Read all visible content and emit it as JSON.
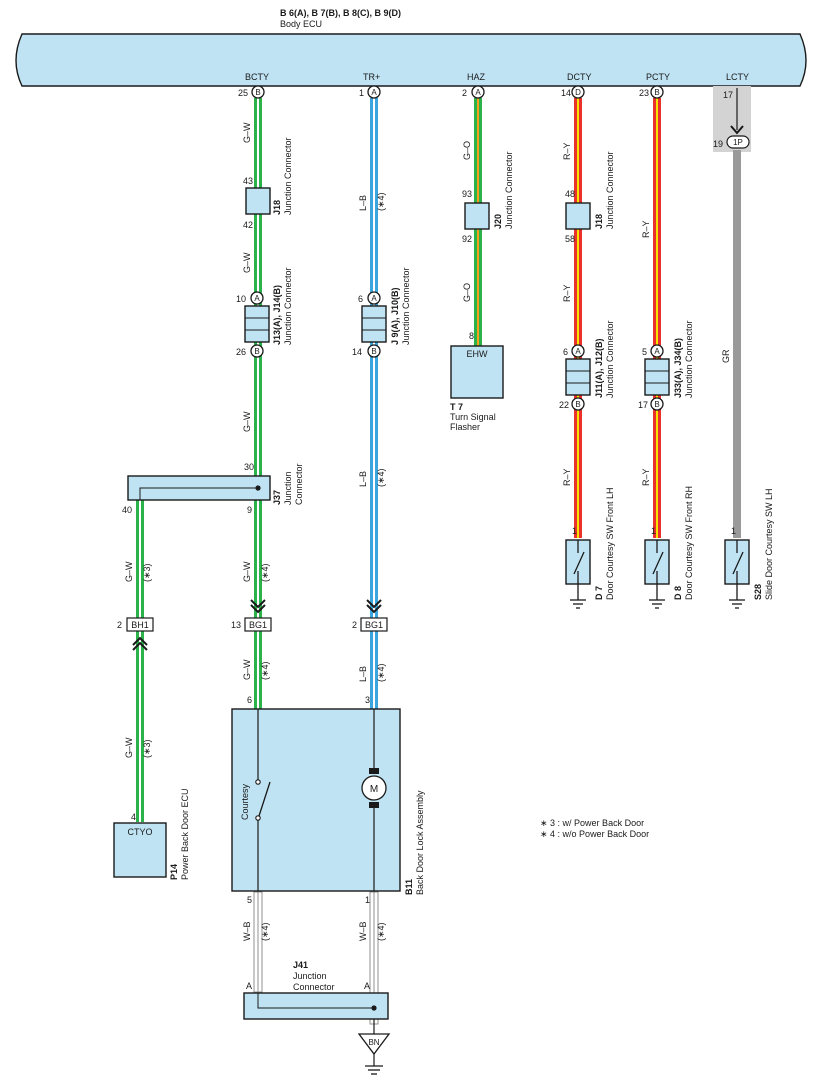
{
  "colors": {
    "ecu_fill": "#bfe3f3",
    "green": "#2bb24a",
    "white_stripe": "#ffffff",
    "blue": "#3aa6dd",
    "orange": "#f7a11a",
    "red": "#e8322b",
    "yellow": "#f6e400",
    "gray": "#9a9a9a",
    "gray_bg": "#d3d3d3"
  },
  "body_ecu": {
    "connectors": "B 6(A), B 7(B), B 8(C), B 9(D)",
    "name": "Body ECU",
    "terminals": [
      {
        "label": "BCTY",
        "pin": "25",
        "letter": "B"
      },
      {
        "label": "TR+",
        "pin": "1",
        "letter": "A"
      },
      {
        "label": "HAZ",
        "pin": "2",
        "letter": "A"
      },
      {
        "label": "DCTY",
        "pin": "14",
        "letter": "D"
      },
      {
        "label": "PCTY",
        "pin": "23",
        "letter": "B"
      },
      {
        "label": "LCTY",
        "pin": "17",
        "letter": ""
      }
    ]
  },
  "lcty_connector": {
    "pin": "19",
    "code": "1P"
  },
  "wires": {
    "gw": "G–W",
    "lb": "L–B",
    "go": "G–O",
    "ry": "R–Y",
    "gr": "GR",
    "wb": "W–B",
    "note3": "(∗3)",
    "note4": "(∗4)"
  },
  "junctions": {
    "j18_left": {
      "id": "J18",
      "name": "Junction Connector",
      "pin_top": "43",
      "pin_bottom": "42"
    },
    "j18_right": {
      "id": "J18",
      "name": "Junction Connector",
      "pin_top": "48",
      "pin_bottom": "58"
    },
    "j20": {
      "id": "J20",
      "name": "Junction Connector",
      "pin_top": "93",
      "pin_bottom": "92"
    },
    "j13": {
      "id": "J13(A), J14(B)",
      "name": "Junction Connector",
      "pin_top": "10",
      "letter_top": "A",
      "pin_bottom": "26",
      "letter_bottom": "B"
    },
    "j9": {
      "id": "J 9(A), J10(B)",
      "name": "Junction Connector",
      "pin_top": "6",
      "letter_top": "A",
      "pin_bottom": "14",
      "letter_bottom": "B"
    },
    "j11": {
      "id": "J11(A), J12(B)",
      "name": "Junction Connector",
      "pin_top": "6",
      "letter_top": "A",
      "pin_bottom": "22",
      "letter_bottom": "B"
    },
    "j33": {
      "id": "J33(A), J34(B)",
      "name": "Junction Connector",
      "pin_top": "5",
      "letter_top": "A",
      "pin_bottom": "17",
      "letter_bottom": "B"
    },
    "j37": {
      "id": "J37",
      "name_line1": "Junction",
      "name_line2": "Connector",
      "pin_top": "30",
      "pin_left": "40",
      "pin_right": "9"
    },
    "j41": {
      "id": "J41",
      "name_line1": "Junction",
      "name_line2": "Connector",
      "pin_left": "A",
      "pin_right": "A"
    }
  },
  "components": {
    "t7": {
      "id": "T 7",
      "name_line1": "Turn Signal",
      "name_line2": "Flasher",
      "terminal": "EHW",
      "pin": "8"
    },
    "d7": {
      "id": "D 7",
      "name": "Door Courtesy SW Front LH",
      "pin": "1"
    },
    "d8": {
      "id": "D 8",
      "name": "Door Courtesy SW Front RH",
      "pin": "1"
    },
    "s28": {
      "id": "S28",
      "name": "Slide Door Courtesy SW LH",
      "pin": "1"
    },
    "p14": {
      "id": "P14",
      "name": "Power Back Door ECU",
      "terminal": "CTYO",
      "pin": "4"
    },
    "b11": {
      "id": "B11",
      "name": "Back Door Lock Assembly",
      "pin_left_top": "6",
      "pin_right_top": "3",
      "pin_left_bottom": "5",
      "pin_right_bottom": "1",
      "switch_label": "Courtesy",
      "motor_label": "M"
    }
  },
  "inline_connectors": {
    "bh1": {
      "code": "BH1",
      "pin": "2"
    },
    "bg1_left": {
      "code": "BG1",
      "pin": "13"
    },
    "bg1_right": {
      "code": "BG1",
      "pin": "2"
    }
  },
  "ground": {
    "code": "BN"
  },
  "notes": [
    "∗ 3 : w/ Power Back Door",
    "∗ 4 : w/o Power Back Door"
  ]
}
